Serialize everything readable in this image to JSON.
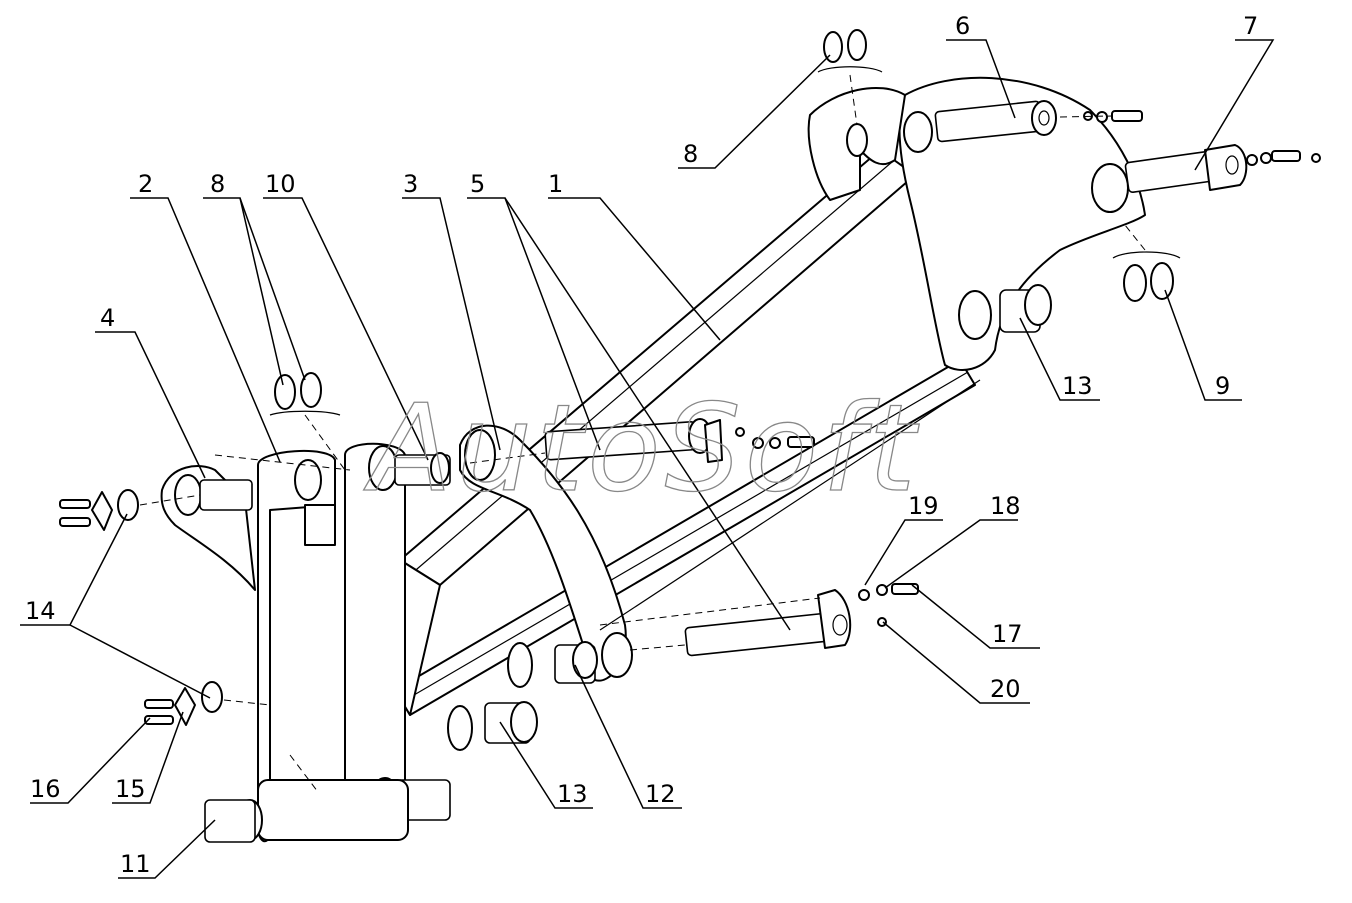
{
  "watermark": "AutoSoft",
  "callouts": [
    {
      "id": "1",
      "label": "1"
    },
    {
      "id": "2",
      "label": "2"
    },
    {
      "id": "3",
      "label": "3"
    },
    {
      "id": "4",
      "label": "4"
    },
    {
      "id": "5",
      "label": "5"
    },
    {
      "id": "6",
      "label": "6"
    },
    {
      "id": "7",
      "label": "7"
    },
    {
      "id": "8a",
      "label": "8"
    },
    {
      "id": "8b",
      "label": "8"
    },
    {
      "id": "9",
      "label": "9"
    },
    {
      "id": "10",
      "label": "10"
    },
    {
      "id": "11",
      "label": "11"
    },
    {
      "id": "12",
      "label": "12"
    },
    {
      "id": "13a",
      "label": "13"
    },
    {
      "id": "13b",
      "label": "13"
    },
    {
      "id": "14",
      "label": "14"
    },
    {
      "id": "15",
      "label": "15"
    },
    {
      "id": "16",
      "label": "16"
    },
    {
      "id": "17",
      "label": "17"
    },
    {
      "id": "18",
      "label": "18"
    },
    {
      "id": "19",
      "label": "19"
    },
    {
      "id": "20",
      "label": "20"
    }
  ]
}
